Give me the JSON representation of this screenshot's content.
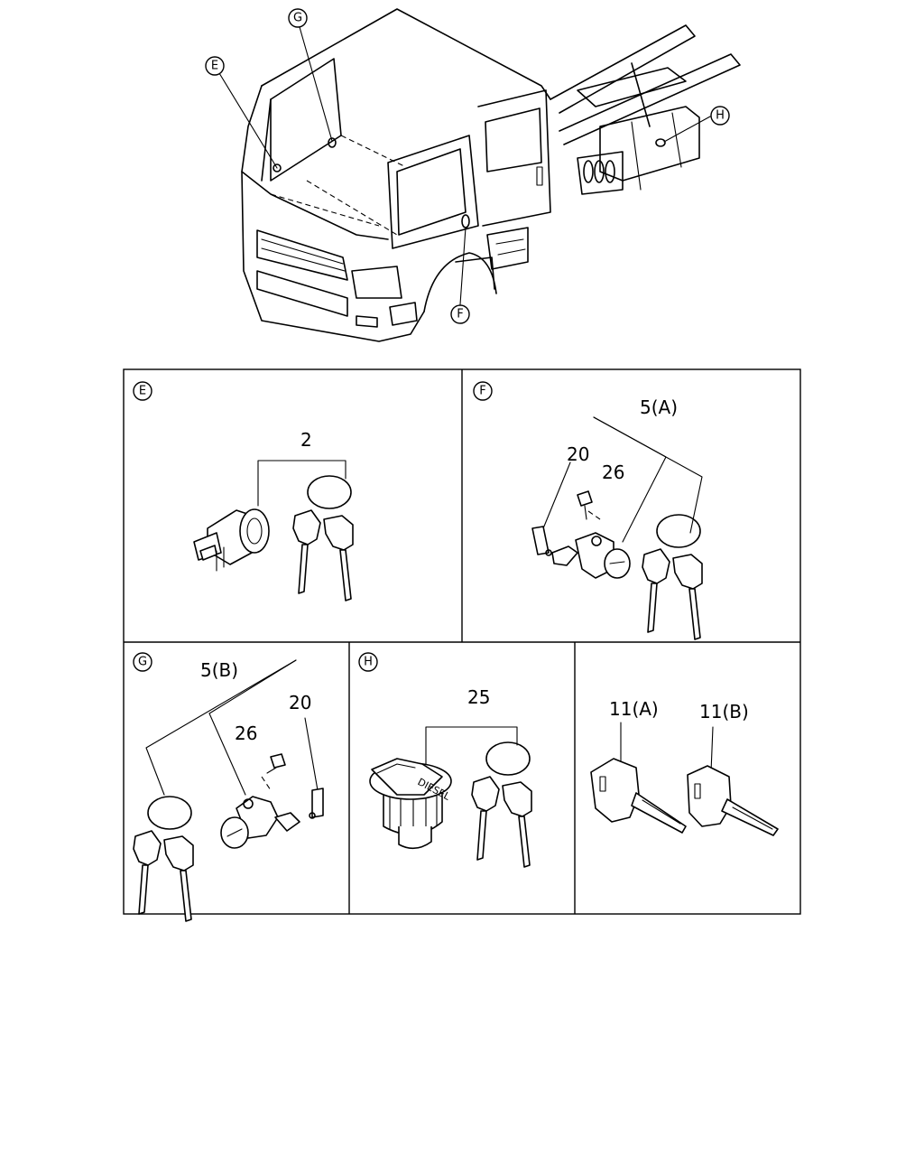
{
  "callouts": {
    "E": "E",
    "F": "F",
    "G": "G",
    "H": "H"
  },
  "panels": {
    "E": {
      "tag": "E",
      "parts": [
        "2"
      ]
    },
    "F": {
      "tag": "F",
      "parts": [
        "5(A)",
        "20",
        "26"
      ]
    },
    "G": {
      "tag": "G",
      "parts": [
        "5(B)",
        "20",
        "26"
      ]
    },
    "H": {
      "tag": "H",
      "parts": [
        "25"
      ]
    },
    "keys": {
      "parts": [
        "11(A)",
        "11(B)"
      ]
    }
  },
  "fuel_cap_text": "DIESEL"
}
